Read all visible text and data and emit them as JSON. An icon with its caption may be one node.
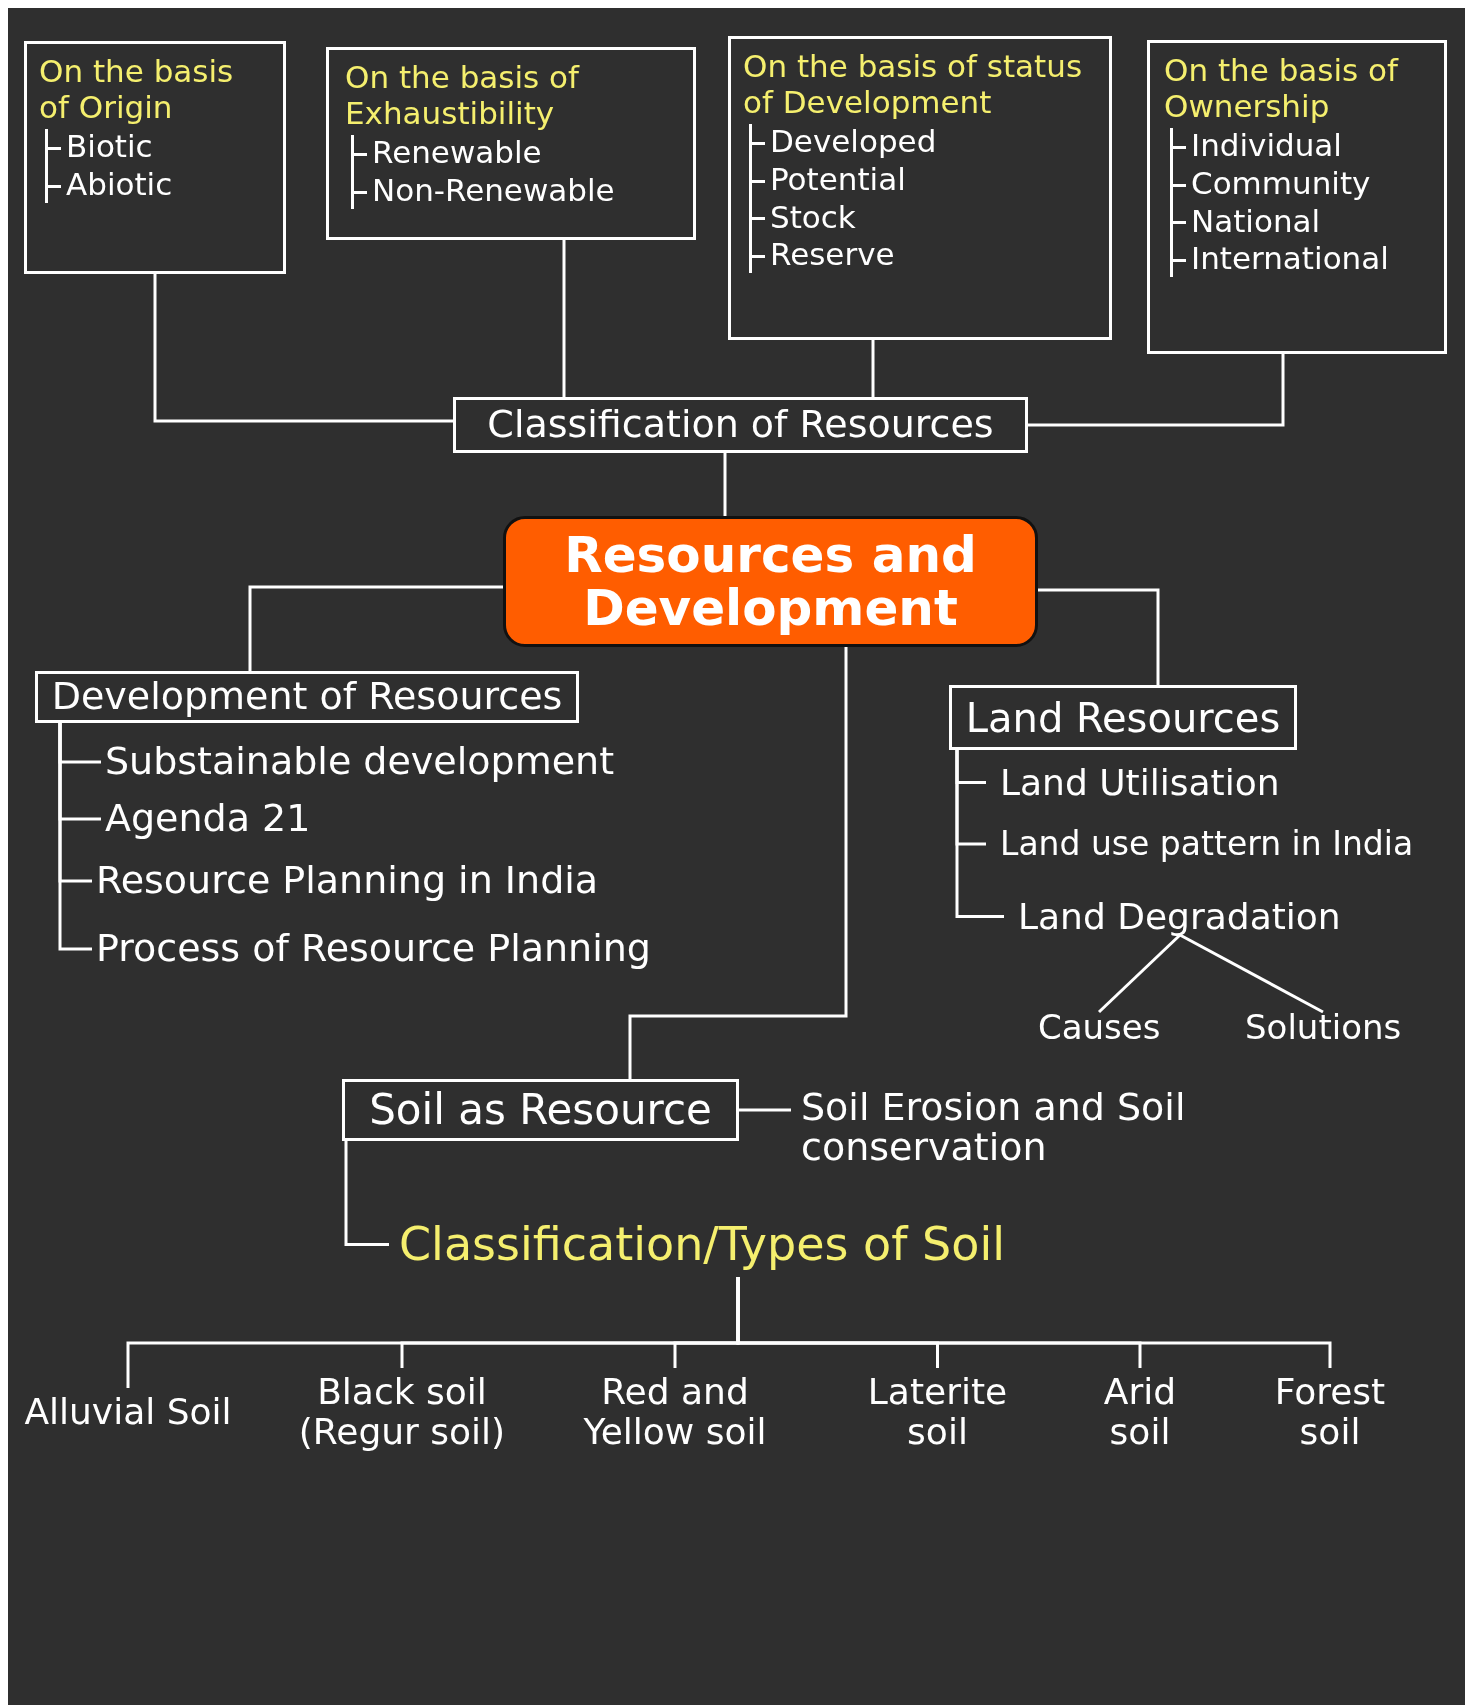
{
  "diagram": {
    "nodes": [
      {
        "text": [
          "On the basis of Origin",
          "Biotic",
          "Abiotic"
        ]
      },
      {
        "text": [
          "On the basis of Exhaustibility",
          "Renewable",
          "Non-Renewable"
        ]
      },
      {
        "text": [
          "On the basis of status of Development",
          "Developed",
          "Potential",
          "Stock",
          "Reserve"
        ]
      },
      {
        "text": [
          "On the basis of Ownership",
          "Individual",
          "Community",
          "National",
          "International"
        ]
      },
      {
        "text": [
          "Classification of Resources"
        ]
      },
      {
        "text": [
          "Resources and Development"
        ]
      },
      {
        "text": [
          "Development of Resources"
        ]
      },
      {
        "text": [
          "Substainable development"
        ]
      },
      {
        "text": [
          "Agenda 21"
        ]
      },
      {
        "text": [
          "Resource Planning in India"
        ]
      },
      {
        "text": [
          "Process of Resource Planning"
        ]
      },
      {
        "text": [
          "Land Resources"
        ]
      },
      {
        "text": [
          "Land Utilisation"
        ]
      },
      {
        "text": [
          "Land use pattern in India"
        ]
      },
      {
        "text": [
          "Land Degradation"
        ]
      },
      {
        "text": [
          "Causes"
        ]
      },
      {
        "text": [
          "Solutions"
        ]
      },
      {
        "text": [
          "Soil as Resource"
        ]
      },
      {
        "text": [
          "Soil Erosion and Soil conservation"
        ]
      },
      {
        "text": [
          "Classification/Types of Soil"
        ]
      },
      {
        "text": [
          "Alluvial Soil"
        ]
      },
      {
        "text": [
          "Black soil (Regur soil)"
        ]
      },
      {
        "text": [
          "Red and Yellow soil"
        ]
      },
      {
        "text": [
          "Laterite soil"
        ]
      },
      {
        "text": [
          "Arid soil"
        ]
      },
      {
        "text": [
          "Forest soil"
        ]
      }
    ],
    "edges": [
      {
        "from": 4,
        "to": 0,
        "arrow": "none"
      },
      {
        "from": 4,
        "to": 1,
        "arrow": "none"
      },
      {
        "from": 4,
        "to": 2,
        "arrow": "none"
      },
      {
        "from": 4,
        "to": 3,
        "arrow": "none"
      },
      {
        "from": 5,
        "to": 4,
        "arrow": "none"
      },
      {
        "from": 5,
        "to": 6,
        "arrow": "none"
      },
      {
        "from": 5,
        "to": 11,
        "arrow": "none"
      },
      {
        "from": 5,
        "to": 17,
        "arrow": "none"
      },
      {
        "from": 6,
        "to": 7,
        "arrow": "none"
      },
      {
        "from": 6,
        "to": 8,
        "arrow": "none"
      },
      {
        "from": 6,
        "to": 9,
        "arrow": "none"
      },
      {
        "from": 6,
        "to": 10,
        "arrow": "none"
      },
      {
        "from": 11,
        "to": 12,
        "arrow": "none"
      },
      {
        "from": 11,
        "to": 13,
        "arrow": "none"
      },
      {
        "from": 11,
        "to": 14,
        "arrow": "none"
      },
      {
        "from": 14,
        "to": 15,
        "arrow": "none"
      },
      {
        "from": 14,
        "to": 16,
        "arrow": "none"
      },
      {
        "from": 17,
        "to": 18,
        "arrow": "none"
      },
      {
        "from": 17,
        "to": 19,
        "arrow": "none"
      },
      {
        "from": 19,
        "to": 20,
        "arrow": "none"
      },
      {
        "from": 19,
        "to": 21,
        "arrow": "none"
      },
      {
        "from": 19,
        "to": 22,
        "arrow": "none"
      },
      {
        "from": 19,
        "to": 23,
        "arrow": "none"
      },
      {
        "from": 19,
        "to": 24,
        "arrow": "none"
      },
      {
        "from": 19,
        "to": 25,
        "arrow": "none"
      }
    ]
  }
}
